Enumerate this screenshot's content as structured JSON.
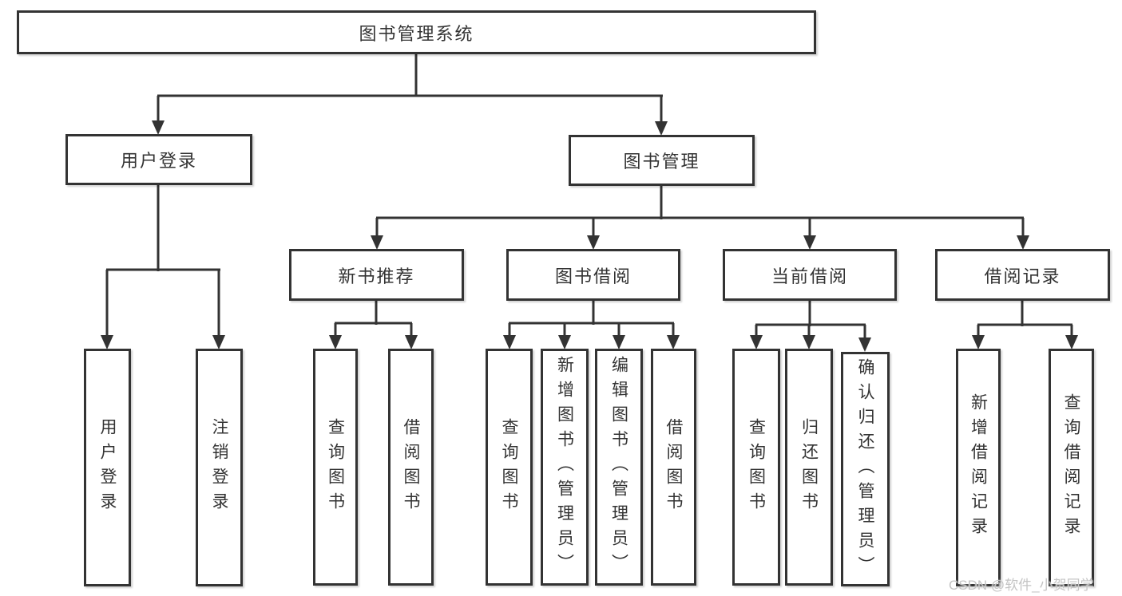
{
  "diagram": {
    "root": {
      "label": "图书管理系统"
    },
    "branches": [
      {
        "label": "用户登录",
        "children": [
          {
            "label": "用户登录"
          },
          {
            "label": "注销登录"
          }
        ]
      },
      {
        "label": "图书管理",
        "children": [
          {
            "label": "新书推荐",
            "children": [
              {
                "label": "查询图书"
              },
              {
                "label": "借阅图书"
              }
            ]
          },
          {
            "label": "图书借阅",
            "children": [
              {
                "label": "查询图书"
              },
              {
                "label": "新增图书（管理员）"
              },
              {
                "label": "编辑图书（管理员）"
              },
              {
                "label": "借阅图书"
              }
            ]
          },
          {
            "label": "当前借阅",
            "children": [
              {
                "label": "查询图书"
              },
              {
                "label": "归还图书"
              },
              {
                "label": "确认归还（管理员）"
              }
            ]
          },
          {
            "label": "借阅记录",
            "children": [
              {
                "label": "新增借阅记录"
              },
              {
                "label": "查询借阅记录"
              }
            ]
          }
        ]
      }
    ],
    "watermark": "CSDN @软件_小贺同学",
    "colors": {
      "line": "#333333",
      "text": "#333333",
      "background": "#ffffff",
      "watermark": "#c4c4c4"
    }
  }
}
